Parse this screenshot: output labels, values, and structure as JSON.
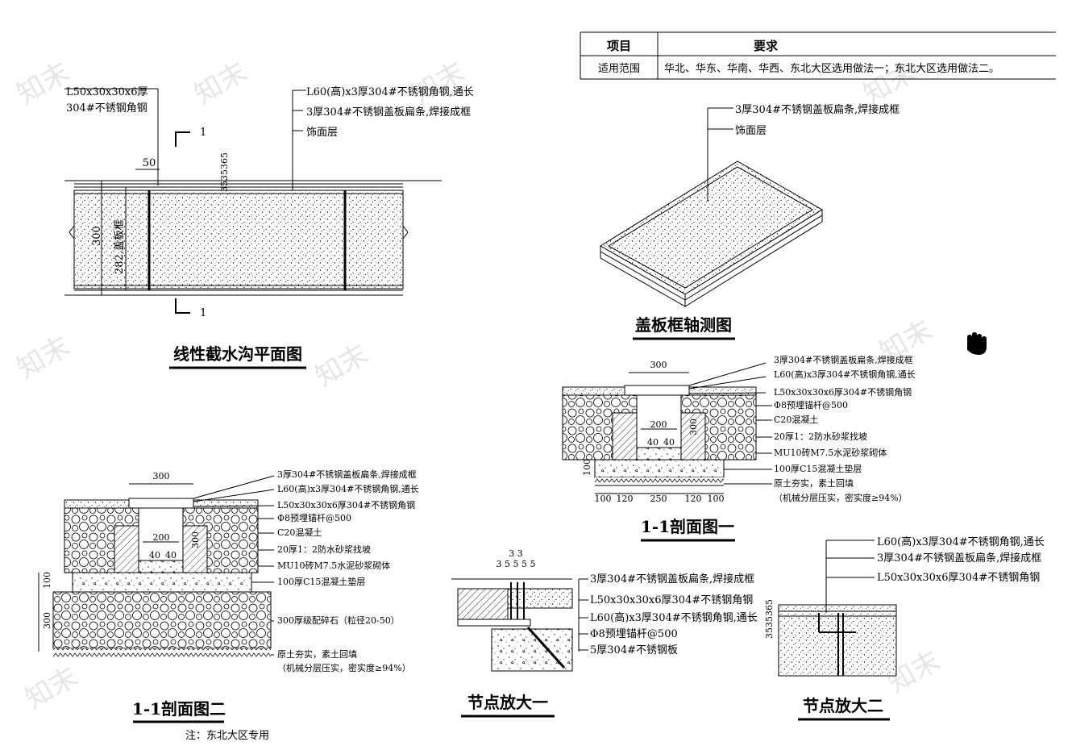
{
  "table": {
    "header_item": "项目",
    "header_req": "要求",
    "row_label": "适用范围",
    "row_value": "华北、华东、华南、华西、东北大区选用做法一；东北大区选用做法二。"
  },
  "titles": {
    "plan": "线性截水沟平面图",
    "axo": "盖板框轴测图",
    "section1": "1-1剖面图一",
    "section2": "1-1剖面图二",
    "node1": "节点放大一",
    "node2": "节点放大二",
    "note": "注：东北大区专用"
  },
  "plan": {
    "label_angle_1": "L50x30x30x6厚",
    "label_angle_2": "304#不锈钢角钢",
    "label_l60": "L60(高)x3厚304#不锈钢角钢,通长",
    "label_cover": "3厚304#不锈钢盖板扁条,焊接成框",
    "label_finish": "饰面层",
    "dim_50": "50",
    "dim_300": "300",
    "dim_282": "282,盖板框",
    "dim_small": "3535365",
    "section_mark_top": "1",
    "section_mark_bottom": "1"
  },
  "axo": {
    "label_cover": "3厚304#不锈钢盖板扁条,焊接成框",
    "label_finish": "饰面层"
  },
  "section1": {
    "dim_300": "300",
    "dim_200": "200",
    "dim_40": "40",
    "dim_40b": "40",
    "dim_100": "100",
    "dim_300v": "300",
    "dims_bottom": [
      "100",
      "120",
      "250",
      "120",
      "100"
    ],
    "labels": [
      "3厚304#不锈钢盖板扁条,焊接成框",
      "L60(高)x3厚304#不锈钢角钢,通长",
      "L50x30x30x6厚304#不锈钢角钢",
      "Φ8预埋锚杆@500",
      "C20混凝土",
      "20厚1：2防水砂浆找坡",
      "MU10砖M7.5水泥砂浆砌体",
      "100厚C15混凝土垫层",
      "原土夯实，素土回填",
      "（机械分层压实，密实度≥94%）"
    ]
  },
  "section2": {
    "dim_300": "300",
    "dim_200": "200",
    "dim_40": "40",
    "dim_40b": "40",
    "dim_100": "100",
    "dim_300v": "300",
    "labels": [
      "3厚304#不锈钢盖板扁条,焊接成框",
      "L60(高)x3厚304#不锈钢角钢,通长",
      "L50x30x30x6厚304#不锈钢角钢",
      "Φ8预埋锚杆@500",
      "C20混凝土",
      "20厚1：2防水砂浆找坡",
      "MU10砖M7.5水泥砂浆砌体",
      "100厚C15混凝土垫层",
      "300厚级配碎石（粒径20-50）",
      "原土夯实，素土回填",
      "（机械分层压实，密实度≥94%）"
    ]
  },
  "node1": {
    "dims_top": "3 3",
    "dims_top2": "3 5 5 5 5",
    "labels": [
      "3厚304#不锈钢盖板扁条,焊接成框",
      "L50x30x30x6厚304#不锈钢角钢",
      "L60(高)x3厚304#不锈钢角钢,通长",
      "Φ8预埋锚杆@500",
      "5厚304#不锈钢板"
    ]
  },
  "node2": {
    "dim_v": "3535365",
    "labels": [
      "L60(高)x3厚304#不锈钢角钢,通长",
      "3厚304#不锈钢盖板扁条,焊接成框",
      "L50x30x30x6厚304#不锈钢角钢"
    ]
  },
  "icons": {
    "hand": "hand-cursor-icon"
  }
}
